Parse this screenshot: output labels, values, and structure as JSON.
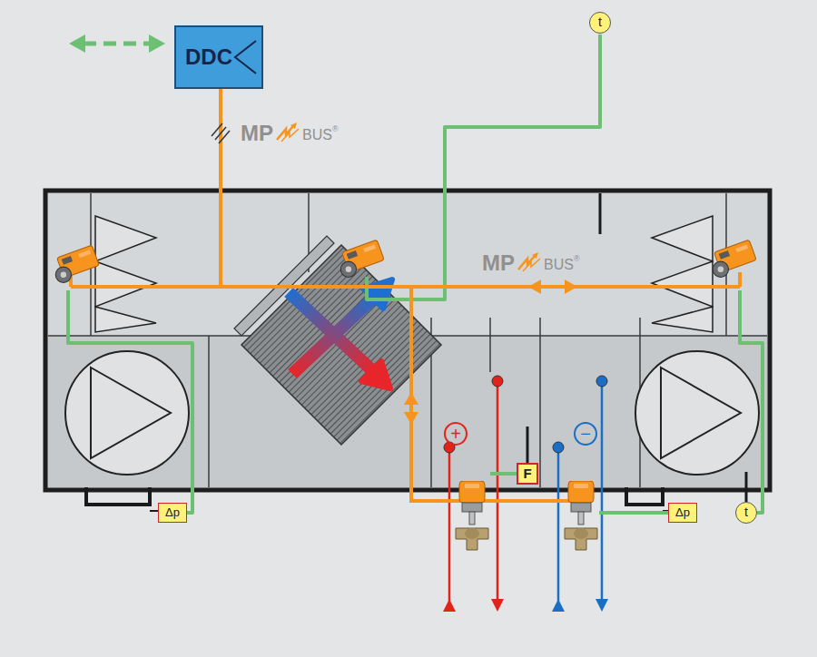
{
  "diagram": {
    "nodes": [
      {
        "text": [
          "DDC"
        ]
      },
      {
        "text": [
          "t"
        ]
      },
      {
        "text": [
          "+"
        ]
      },
      {
        "text": [
          "−"
        ]
      },
      {
        "text": [
          "F"
        ]
      },
      {
        "text": [
          "Δp"
        ]
      },
      {
        "text": [
          "Δp"
        ]
      },
      {
        "text": [
          "t"
        ]
      }
    ],
    "labels": [
      "MP",
      "BUS",
      "®",
      "MP",
      "BUS",
      "®"
    ]
  }
}
